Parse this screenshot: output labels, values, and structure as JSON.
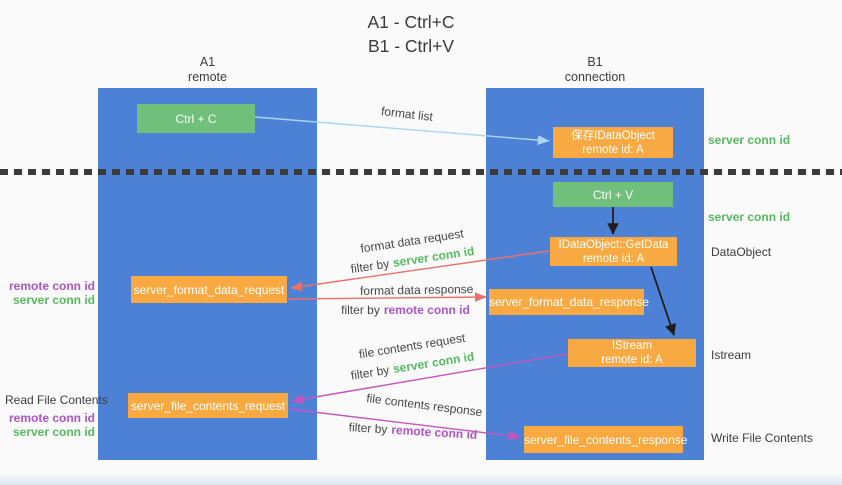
{
  "title": {
    "line1": "A1 - Ctrl+C",
    "line2": "B1 - Ctrl+V"
  },
  "lanes": {
    "a1": {
      "title": "A1",
      "subtitle": "remote"
    },
    "b1": {
      "title": "B1",
      "subtitle": "connection"
    }
  },
  "nodes": {
    "ctrl_c": {
      "label": "Ctrl + C"
    },
    "save_dataobject": {
      "line1": "保存IDataObject",
      "line2": "remote id: A"
    },
    "ctrl_v": {
      "label": "Ctrl + V"
    },
    "getdata": {
      "line1": "IDataObject::GetData",
      "line2": "remote id: A"
    },
    "format_request": {
      "label": "server_format_data_request"
    },
    "format_response": {
      "label": "server_format_data_response"
    },
    "istream": {
      "line1": "IStream",
      "line2": "remote id: A"
    },
    "file_request": {
      "label": "server_file_contents_request"
    },
    "file_response": {
      "label": "server_file_contents_response"
    }
  },
  "side_labels": {
    "server_conn_id_top": "server conn id",
    "server_conn_id_mid": "server conn id",
    "dataobject": "DataObject",
    "istream": "Istream",
    "write_file_contents": "Write File Contents",
    "read_file_contents": "Read File Contents",
    "remote_conn_id": "remote conn id",
    "server_conn_id": "server conn id"
  },
  "arrows": {
    "format_list": "format list",
    "format_data_request": "format data request",
    "format_data_response": "format data response",
    "file_contents_request": "file contents request",
    "file_contents_response": "file contents response",
    "filter_by": "filter by",
    "server_conn_id": "server conn id",
    "remote_conn_id": "remote conn id"
  },
  "colors": {
    "lane_blue": "#4C81D6",
    "node_green": "#70BF7A",
    "node_orange": "#F8A942",
    "label_green": "#56BA60",
    "label_purple": "#AE54C8",
    "arrow_red": "#ED7069",
    "arrow_magenta": "#C653BE",
    "arrow_light_blue": "#A9D6F2",
    "arrow_black": "#1f1f1f",
    "dotted_line": "#3b3b3b"
  }
}
